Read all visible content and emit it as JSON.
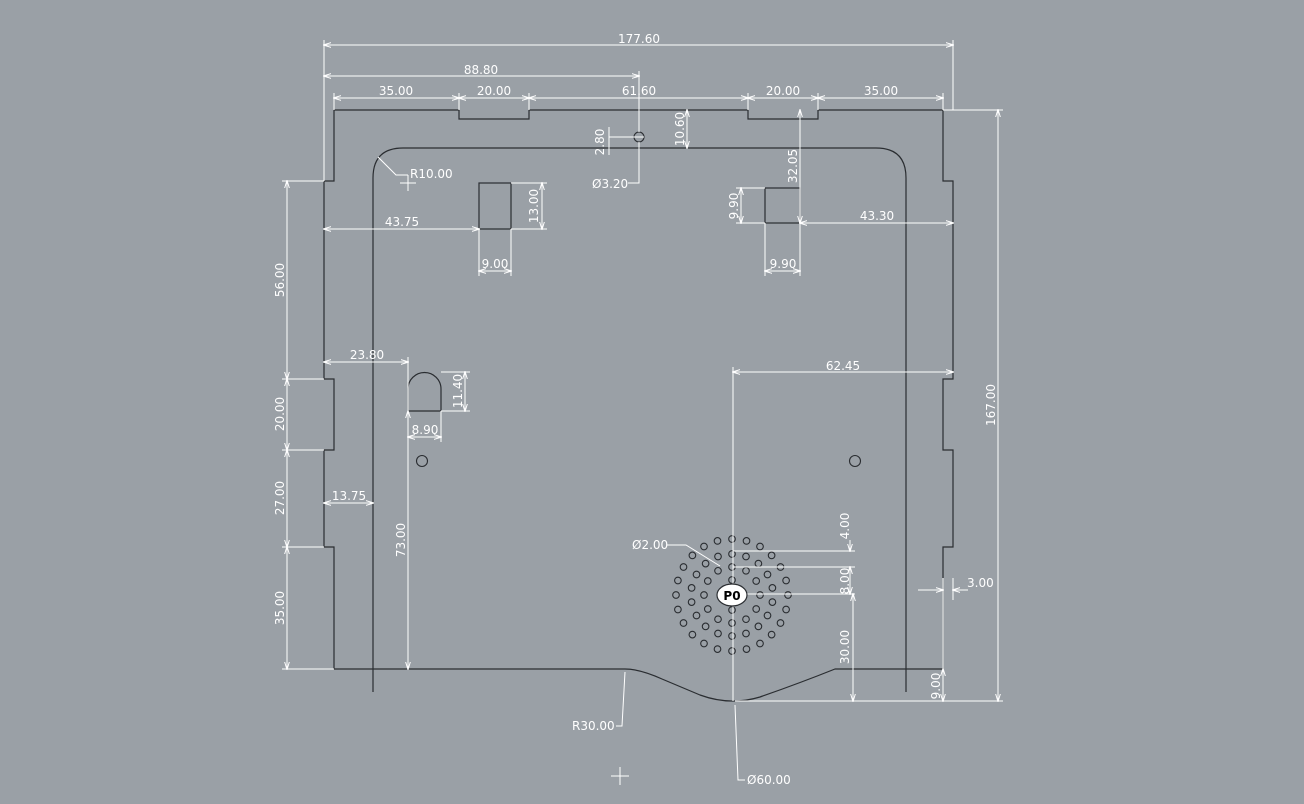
{
  "drawing": {
    "overall_width": "177.60",
    "half_width": "88.80",
    "top_left_margin": "35.00",
    "top_left_tab": "20.00",
    "top_center_span": "61.60",
    "top_right_tab": "20.00",
    "top_right_margin": "35.00",
    "overall_height": "167.00",
    "left_upper_span": "56.00",
    "left_tab": "20.00",
    "left_mid_span": "27.00",
    "left_lower_span": "35.00",
    "corner_radius": "R10.00",
    "small_hole_dia": "Ø3.20",
    "small_hole_offset": "2.80",
    "top_inset": "10.60",
    "left_rect_offset": "43.75",
    "left_rect_height": "13.00",
    "left_rect_width": "9.00",
    "right_rect_vertical": "32.05",
    "right_rect_height": "9.90",
    "right_rect_offset": "43.30",
    "right_rect_width": "9.90",
    "slot_offset": "23.80",
    "slot_height": "11.40",
    "slot_width": "8.90",
    "wall_offset": "13.75",
    "slot_vertical": "73.00",
    "speaker_offset": "62.45",
    "speaker_hole_dia": "Ø2.00",
    "ring_spacing_a": "4.00",
    "ring_spacing_b": "8.00",
    "speaker_vertical": "30.00",
    "bottom_offset": "9.00",
    "side_offset": "3.00",
    "arc_radius": "R30.00",
    "arc_diameter": "Ø60.00",
    "point_label": "P0"
  }
}
